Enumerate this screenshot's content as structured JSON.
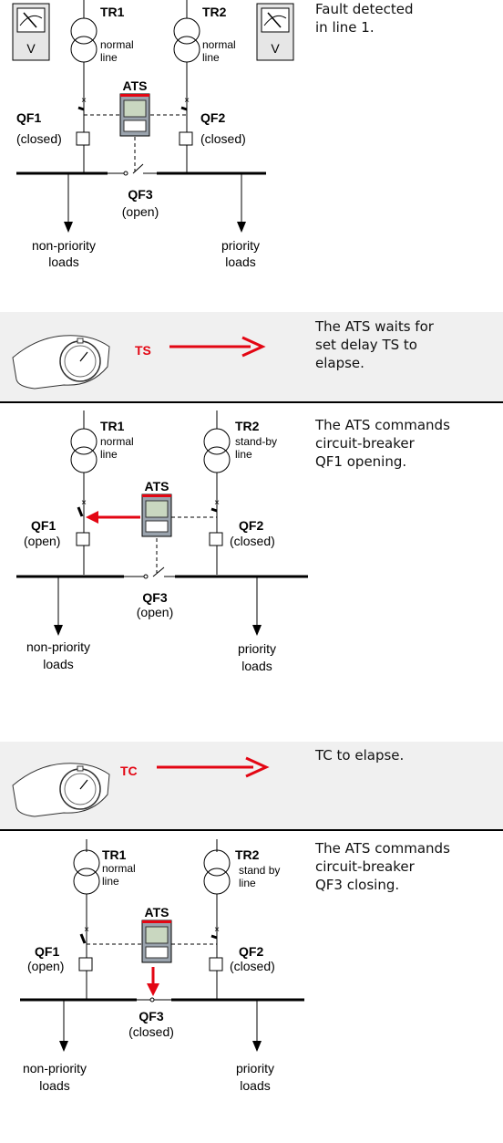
{
  "steps": [
    {
      "caption": [
        "Fault detected",
        "in line 1."
      ],
      "tr1": {
        "name": "TR1",
        "desc": [
          "normal",
          "line"
        ]
      },
      "tr2": {
        "name": "TR2",
        "desc": [
          "normal",
          "line"
        ]
      },
      "ats": "ATS",
      "qf1": {
        "name": "QF1",
        "state": "(closed)"
      },
      "qf2": {
        "name": "QF2",
        "state": "(closed)"
      },
      "qf3": {
        "name": "QF3",
        "state": "(open)"
      },
      "meter_label": "V",
      "loads_left": [
        "non-priority",
        "loads"
      ],
      "loads_right": [
        "priority",
        "loads"
      ]
    },
    {
      "timer_label": "TS",
      "caption": [
        "The ATS waits for",
        "set delay TS to",
        "elapse."
      ]
    },
    {
      "caption": [
        "The ATS commands",
        "circuit-breaker",
        "QF1 opening."
      ],
      "tr1": {
        "name": "TR1",
        "desc": [
          "normal",
          "line"
        ]
      },
      "tr2": {
        "name": "TR2",
        "desc": [
          "stand-by",
          "line"
        ]
      },
      "ats": "ATS",
      "qf1": {
        "name": "QF1",
        "state": "(open)"
      },
      "qf2": {
        "name": "QF2",
        "state": "(closed)"
      },
      "qf3": {
        "name": "QF3",
        "state": "(open)"
      },
      "loads_left": [
        "non-priority",
        "loads"
      ],
      "loads_right": [
        "priority",
        "loads"
      ]
    },
    {
      "timer_label": "TC",
      "caption": [
        "TC to elapse."
      ]
    },
    {
      "caption": [
        "The ATS commands",
        "circuit-breaker",
        "QF3 closing."
      ],
      "tr1": {
        "name": "TR1",
        "desc": [
          "normal",
          "line"
        ]
      },
      "tr2": {
        "name": "TR2",
        "desc": [
          "stand by",
          "line"
        ]
      },
      "ats": "ATS",
      "qf1": {
        "name": "QF1",
        "state": "(open)"
      },
      "qf2": {
        "name": "QF2",
        "state": "(closed)"
      },
      "qf3": {
        "name": "QF3",
        "state": "(closed)"
      },
      "loads_left": [
        "non-priority",
        "loads"
      ],
      "loads_right": [
        "priority",
        "loads"
      ]
    }
  ],
  "colors": {
    "accent_red": "#e30613",
    "band_gray": "#f0f0f0",
    "ats_screen": "#c9d7c0"
  }
}
